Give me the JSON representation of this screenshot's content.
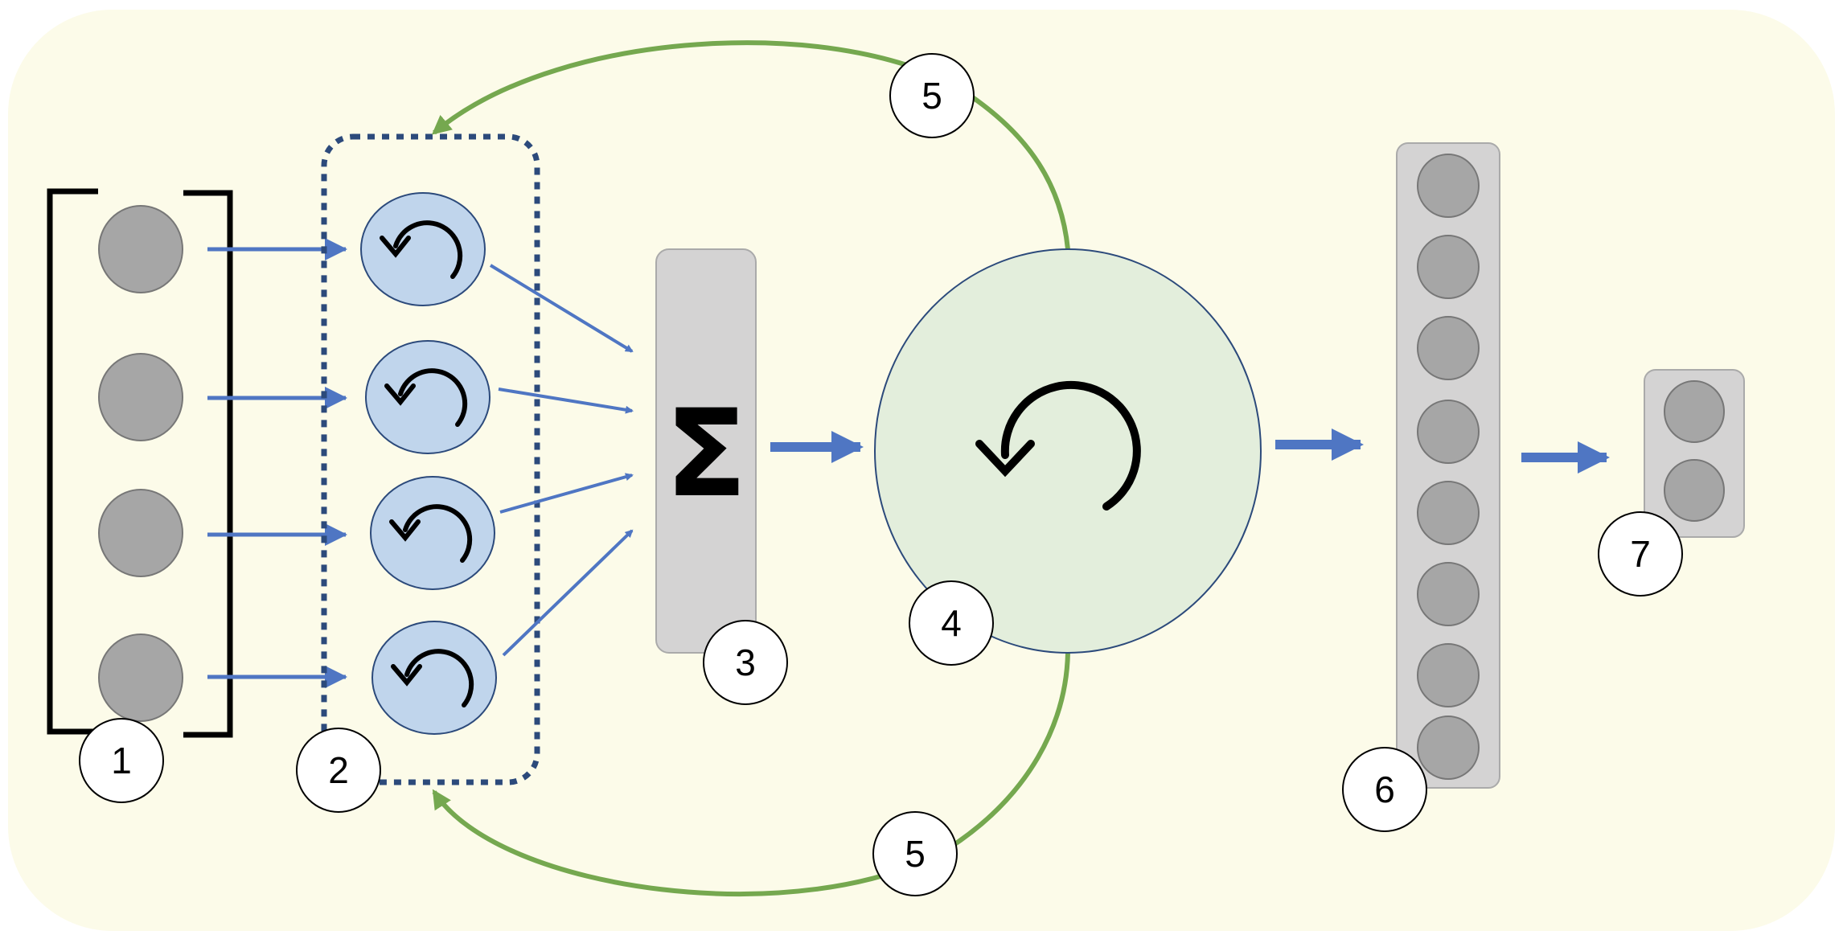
{
  "colors": {
    "background_panel": "#fcfbe9",
    "input_node": "#a6a6a6",
    "recurrent_unit": "#c0d5ec",
    "sum_box": "#d4d3d3",
    "big_recurrent_unit": "#e3eedc",
    "feedback_arrow": "#75a84f",
    "flow_arrow": "#4f76c3",
    "dotted_group": "#2c4a7b",
    "bracket": "#000000"
  },
  "sum_block": {
    "symbol": "Σ"
  },
  "callouts": [
    {
      "id": "input-vector",
      "label": "1"
    },
    {
      "id": "recurrent-group",
      "label": "2"
    },
    {
      "id": "summation",
      "label": "3"
    },
    {
      "id": "large-recurrent-unit",
      "label": "4"
    },
    {
      "id": "feedback-top",
      "label": "5"
    },
    {
      "id": "feedback-bottom",
      "label": "5"
    },
    {
      "id": "hidden-layer",
      "label": "6"
    },
    {
      "id": "output-layer",
      "label": "7"
    }
  ]
}
